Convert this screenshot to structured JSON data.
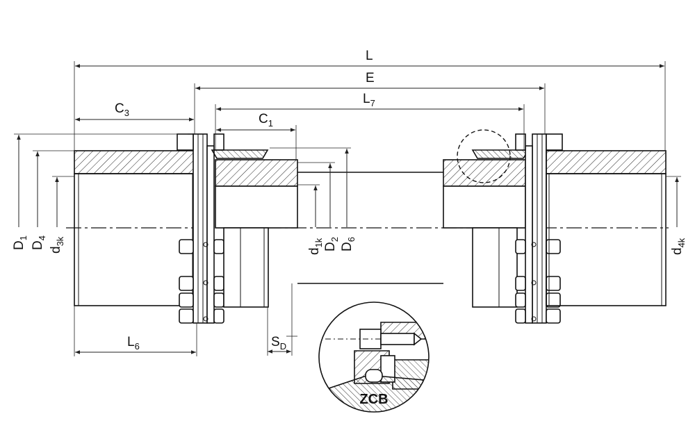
{
  "dimensions": {
    "L": "L",
    "E": "E",
    "L7": {
      "main": "L",
      "sub": "7"
    },
    "C3": {
      "main": "C",
      "sub": "3"
    },
    "C1": {
      "main": "C",
      "sub": "1"
    },
    "L6": {
      "main": "L",
      "sub": "6"
    },
    "SD": {
      "main": "S",
      "sub": "D"
    },
    "D1": {
      "main": "D",
      "sub": "1"
    },
    "D4": {
      "main": "D",
      "sub": "4"
    },
    "d3k": {
      "main": "d",
      "sub": "3k"
    },
    "d1k": {
      "main": "d",
      "sub": "1k"
    },
    "D2": {
      "main": "D",
      "sub": "2"
    },
    "D6": {
      "main": "D",
      "sub": "6"
    },
    "d4k": {
      "main": "d",
      "sub": "4k"
    }
  },
  "detail": {
    "label": "ZCB"
  }
}
